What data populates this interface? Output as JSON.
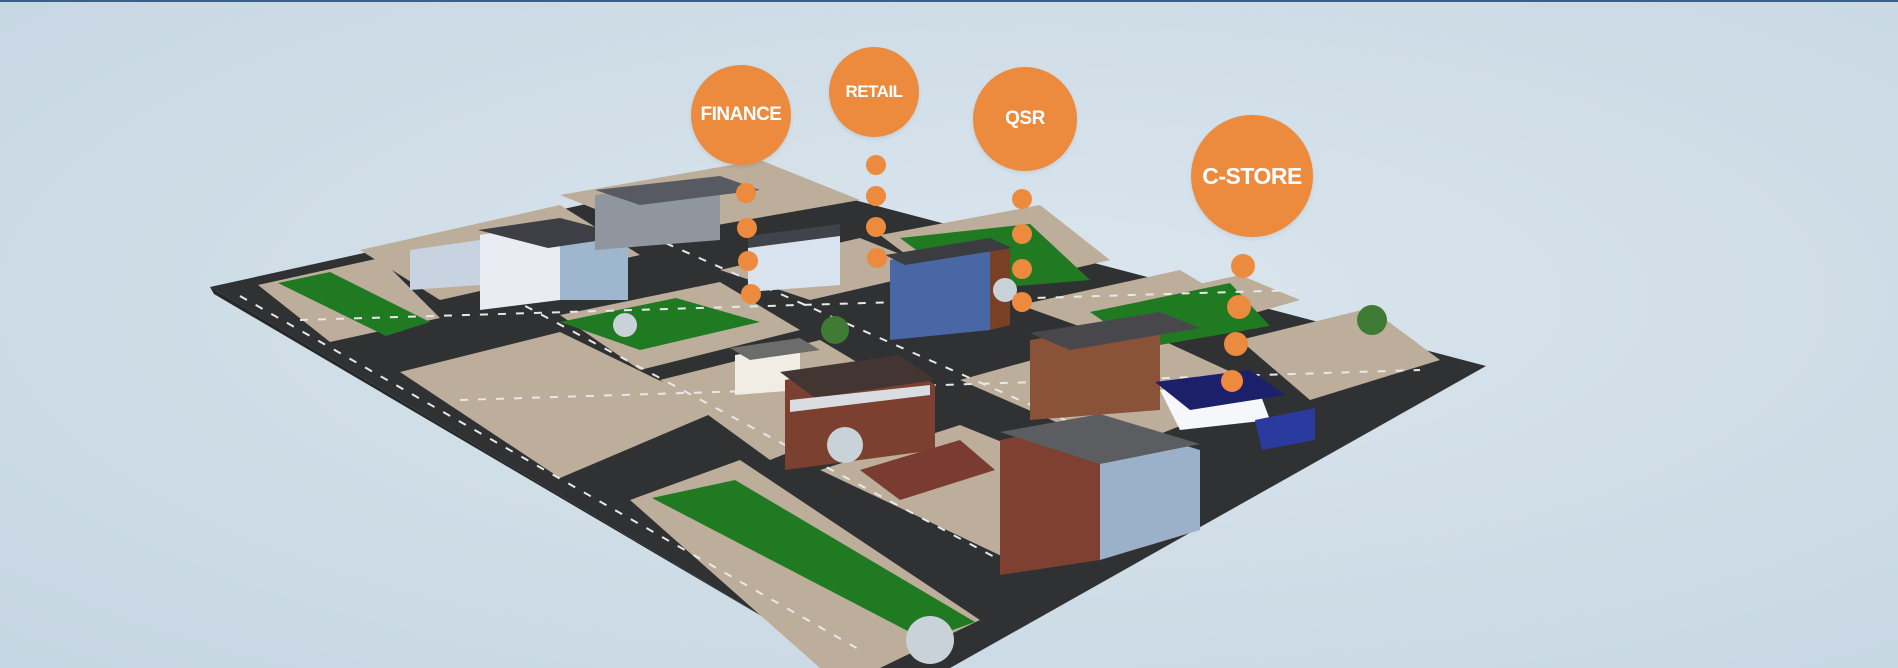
{
  "scene": {
    "accent_color": "#ec8a3d",
    "road_color": "#2f3133",
    "sidewalk_color": "#bcae9a",
    "park_color": "#1f7a22",
    "sky_top_color": "#3b5f86"
  },
  "markers": [
    {
      "id": "finance",
      "label": "FINANCE"
    },
    {
      "id": "retail",
      "label": "RETAIL"
    },
    {
      "id": "qsr",
      "label": "QSR"
    },
    {
      "id": "c-store",
      "label": "C-STORE"
    }
  ]
}
